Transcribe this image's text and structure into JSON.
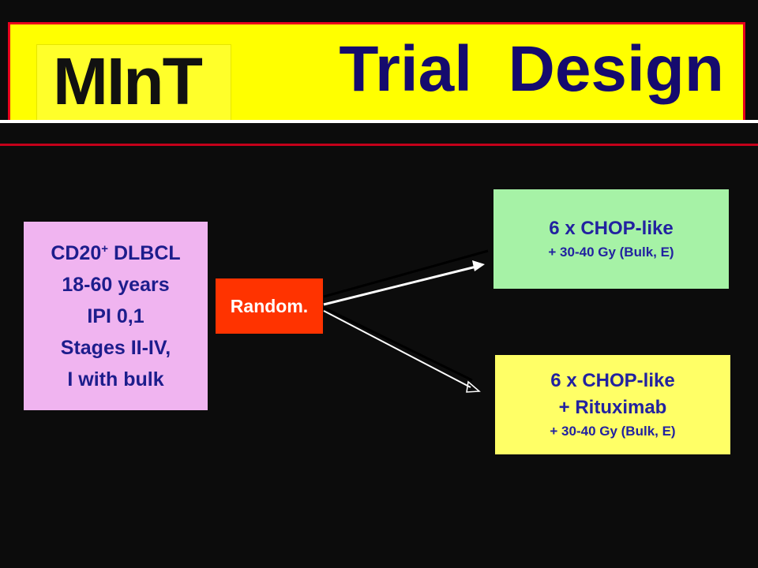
{
  "header": {
    "logo_text": "MInT",
    "title": "Trial  Design"
  },
  "criteria": {
    "line1_main": "CD20",
    "line1_sup": "+",
    "line1_rest": " DLBCL",
    "line2": "18-60 years",
    "line3": "IPI 0,1",
    "line4": "Stages II-IV,",
    "line5": "I with bulk"
  },
  "randomize": {
    "label": "Random."
  },
  "arm_a": {
    "title": "6 x CHOP-like",
    "detail": "+ 30-40 Gy (Bulk, E)"
  },
  "arm_b": {
    "title": "6 x CHOP-like",
    "subtitle": "+ Rituximab",
    "detail": "+ 30-40 Gy (Bulk, E)"
  },
  "colors": {
    "background": "#0c0c0c",
    "title_bar": "#ffff00",
    "title_text": "#150b6e",
    "criteria_box": "#f0b4f0",
    "random_box": "#ff3300",
    "arm_a_box": "#a6f2a6",
    "arm_b_box": "#ffff66"
  }
}
